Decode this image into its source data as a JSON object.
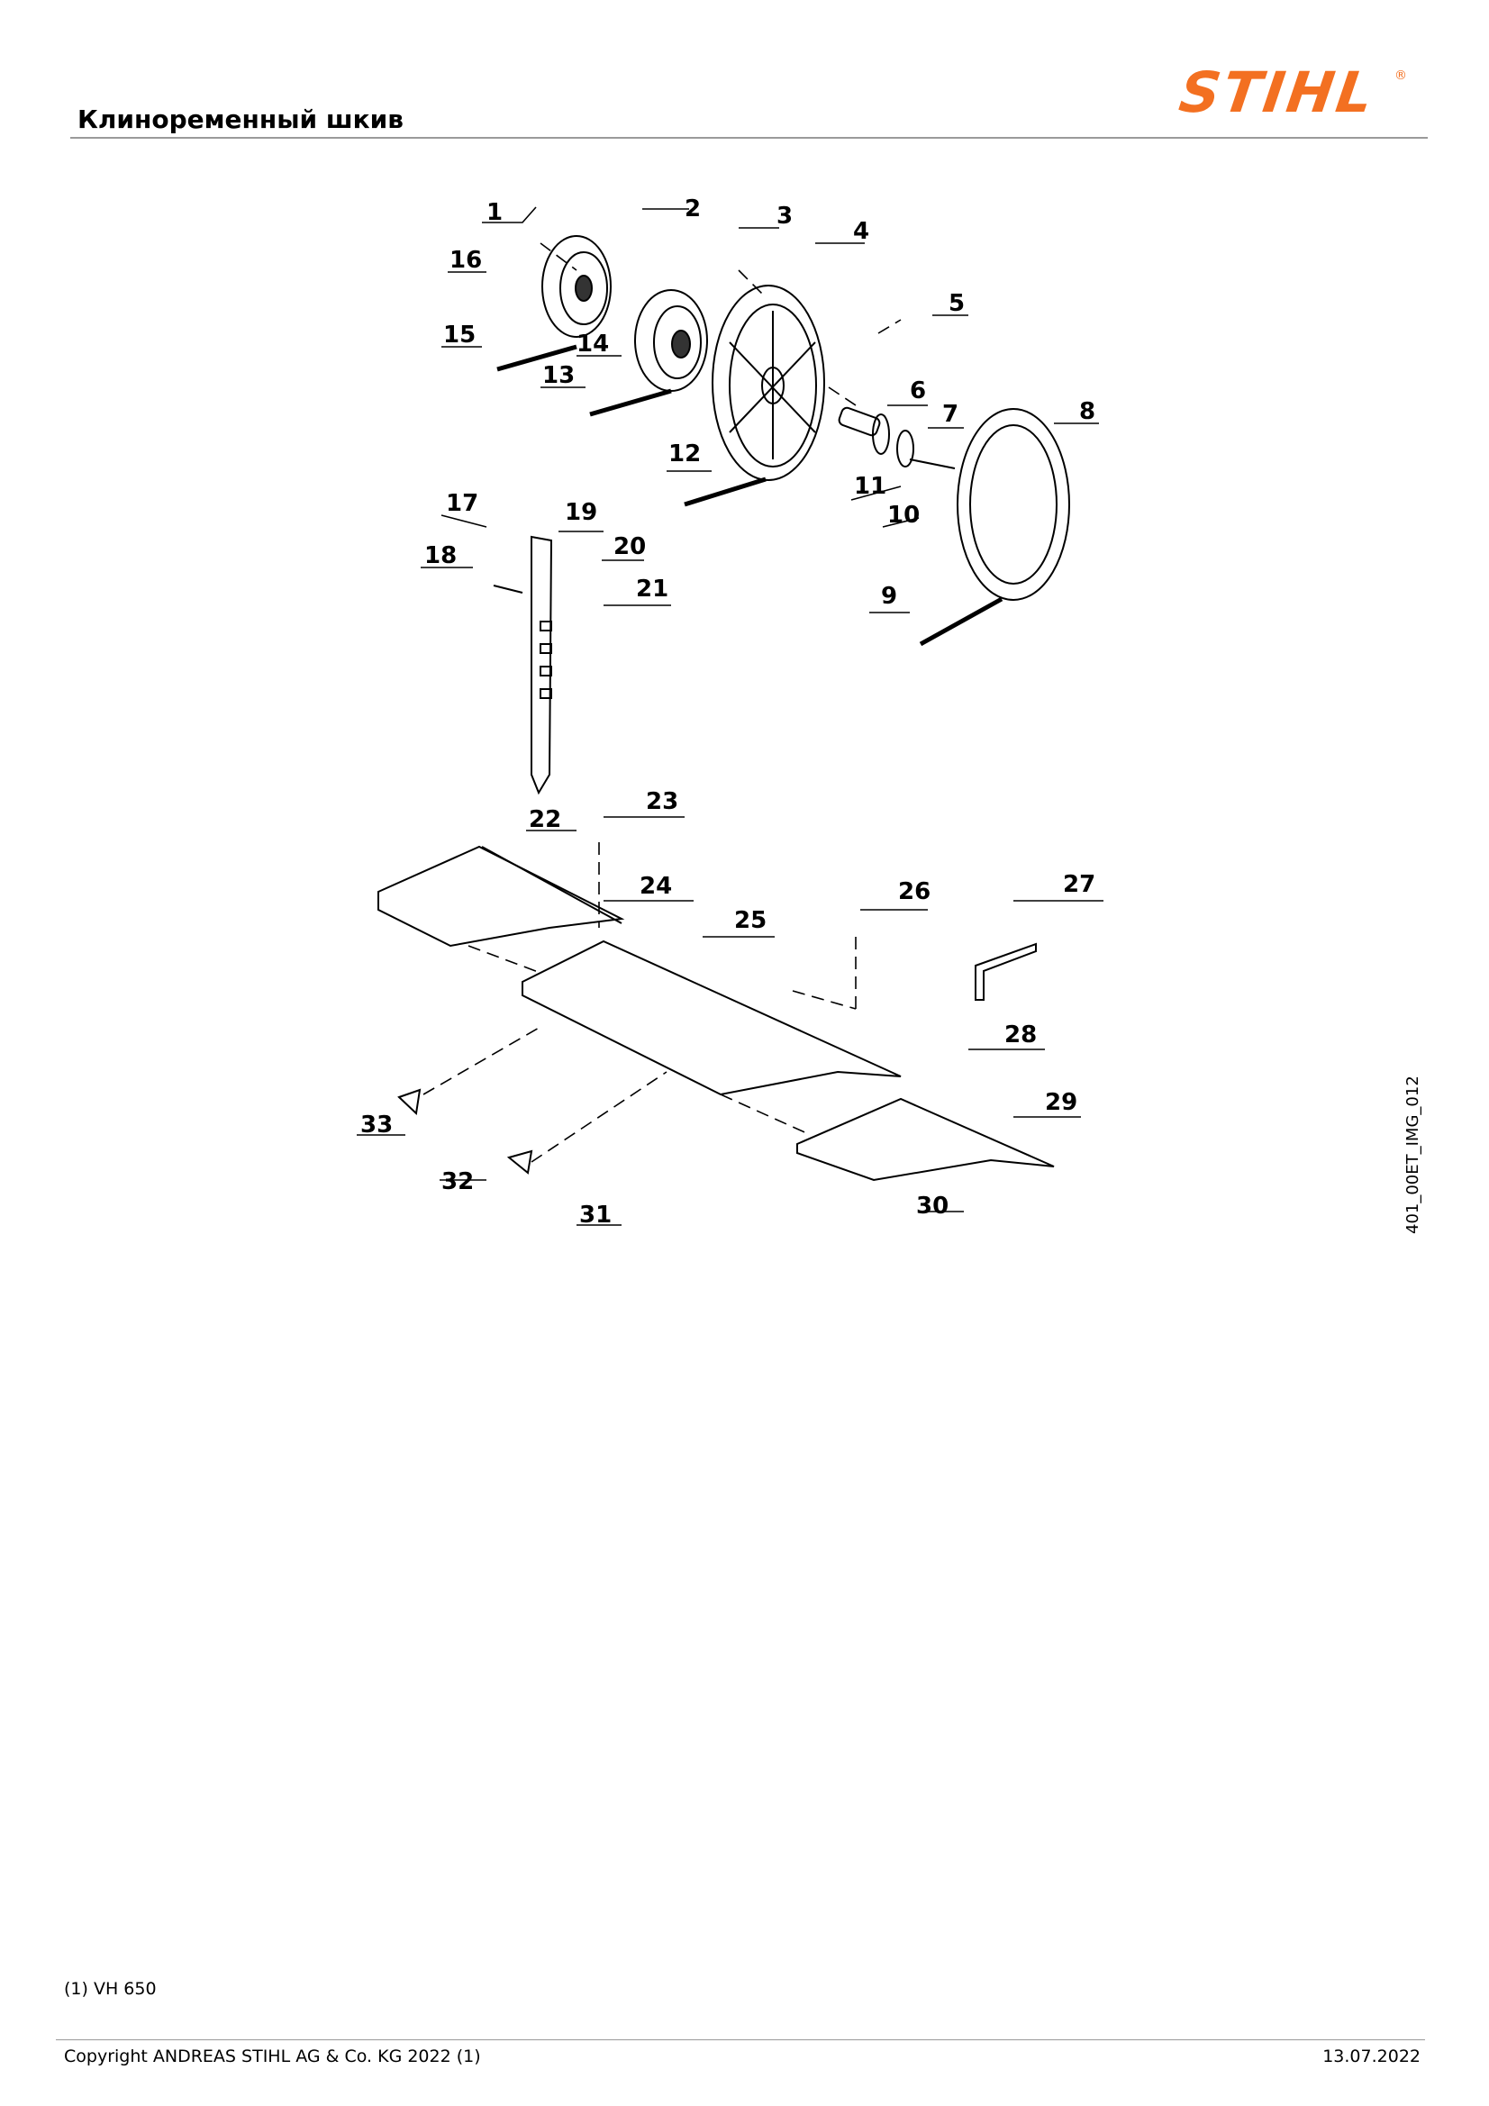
{
  "header": {
    "title": "Клиноременный шкив",
    "logo_text": "STIHL",
    "logo_reg": "®",
    "brand_color": "#f37021"
  },
  "diagram": {
    "image_code": "401_00ET_IMG_012",
    "callouts": [
      "1",
      "2",
      "3",
      "4",
      "5",
      "6",
      "7",
      "8",
      "9",
      "10",
      "11",
      "12",
      "13",
      "14",
      "15",
      "16",
      "17",
      "18",
      "19",
      "20",
      "21",
      "22",
      "23",
      "24",
      "25",
      "26",
      "27",
      "28",
      "29",
      "30",
      "31",
      "32",
      "33"
    ]
  },
  "footer": {
    "footnote": "(1) VH 650",
    "copyright": "Copyright ANDREAS STIHL AG & Co. KG 2022 (1)",
    "date": "13.07.2022"
  }
}
